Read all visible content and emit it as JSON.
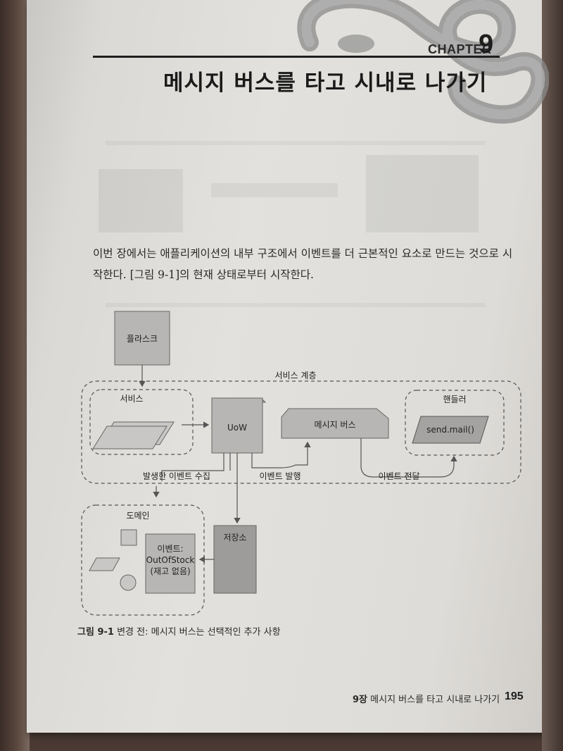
{
  "chapter": {
    "label": "CHAPTER",
    "number": "9",
    "title": "메시지 버스를 타고 시내로 나가기"
  },
  "intro": {
    "line1": "이번 장에서는 애플리케이션의 내부 구조에서 이벤트를 더 근본적인 요소로 만드는 것으로 시",
    "line2": "작한다. [그림 9-1]의 현재 상태로부터 시작한다."
  },
  "figure": {
    "flask": "플라스크",
    "service_layer": "서비스 계층",
    "services": "서비스",
    "uow": "UoW",
    "message_bus": "메시지 버스",
    "handlers": "핸들러",
    "send_mail": "send.mail()",
    "collect_events": "발생한 이벤트 수집",
    "publish_events": "이벤트 발행",
    "deliver_events": "이벤트 전달",
    "domain": "도메인",
    "repository": "저장소",
    "event_line1": "이벤트:",
    "event_line2": "OutOfStock",
    "event_line3": "(재고 없음)"
  },
  "caption": {
    "number": "그림 9-1",
    "text": "변경 전: 메시지 버스는 선택적인 추가 사항"
  },
  "footer": {
    "chapter": "9장",
    "title": "메시지 버스를 타고 시내로 나가기",
    "page": "195"
  },
  "colors": {
    "box_fill": "#b9b8b6",
    "dark_fill": "#9d9c9a",
    "outline": "#5a5a5a"
  }
}
